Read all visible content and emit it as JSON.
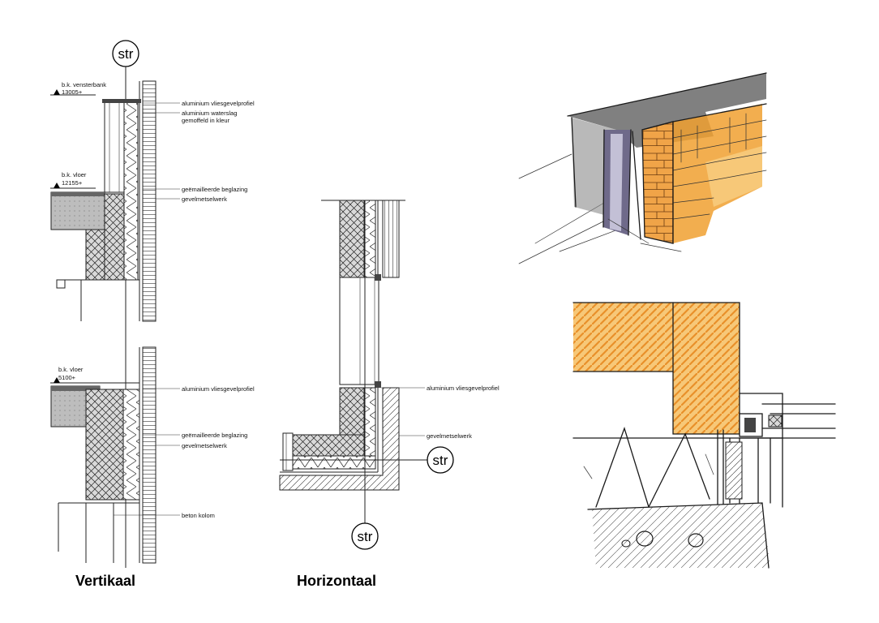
{
  "captions": {
    "vertical": "Vertikaal",
    "horizontal": "Horizontaal"
  },
  "str_marks": {
    "top": "str",
    "horizontal_right": "str",
    "horizontal_bottom": "str"
  },
  "vertical_top": {
    "level_sill_title": "b.k. vensterbank",
    "level_sill_value": "13005+",
    "level_floor_title": "b.k. vloer",
    "level_floor_value": "12155+",
    "annotations": [
      "aluminium vliesgevelprofiel",
      "aluminium waterslag",
      "gemoffeld in kleur",
      "geëmailleerde beglazing",
      "gevelmetselwerk"
    ]
  },
  "vertical_bottom": {
    "level_floor_title": "b.k. vloer",
    "level_floor_value": "5100+",
    "annotations": [
      "aluminium vliesgevelprofiel",
      "geëmailleerde beglazing",
      "gevelmetselwerk",
      "beton kolom"
    ]
  },
  "horizontal": {
    "annotations": [
      "aluminium vliesgevelprofiel",
      "gevelmetselwerk"
    ]
  },
  "colors": {
    "ink": "#1a1a1a",
    "brick_orange": "#f0a030",
    "brick_light": "#f7c878",
    "glass_purple": "#6f6a8a",
    "concrete_grey": "#9a9a9a",
    "floor_fill": "#c8c8c8"
  }
}
